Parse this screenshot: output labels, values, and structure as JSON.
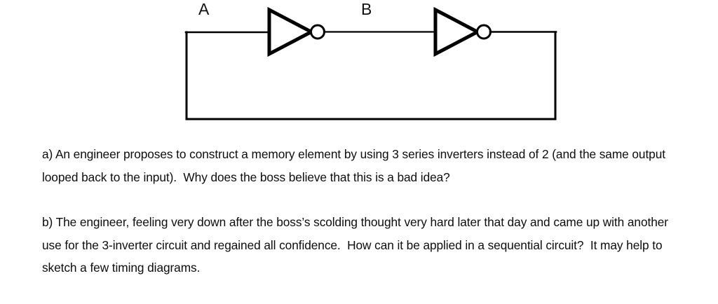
{
  "figure": {
    "name": "two-inverter-memory-element-schematic",
    "description": "Two inverters in series with the output looped back to the input",
    "node_labels": [
      {
        "id": "a",
        "text": "A"
      },
      {
        "id": "b",
        "text": "B"
      }
    ],
    "components": [
      {
        "type": "inverter",
        "order": 1,
        "has_bubble": true
      },
      {
        "type": "inverter",
        "order": 2,
        "has_bubble": true
      }
    ],
    "wires": {
      "input_wire": "A to inverter 1 input",
      "interconnect_wire": "inverter 1 output (B) to inverter 2 input",
      "feedback_wire": "inverter 2 output routed down, left and back up to node A"
    },
    "line_color": "#000000"
  },
  "questions": [
    {
      "id": "a",
      "text": "a) An engineer proposes to construct a memory element by using 3 series inverters instead of 2 (and the same output looped back to the input).  Why does the boss believe that this is a bad idea?"
    },
    {
      "id": "b",
      "text": "b) The engineer, feeling very down after the boss’s scolding thought very hard later that day and came up with another use for the 3-inverter circuit and regained all confidence.  How can it be applied in a sequential circuit?  It may help to sketch a few timing diagrams."
    }
  ]
}
